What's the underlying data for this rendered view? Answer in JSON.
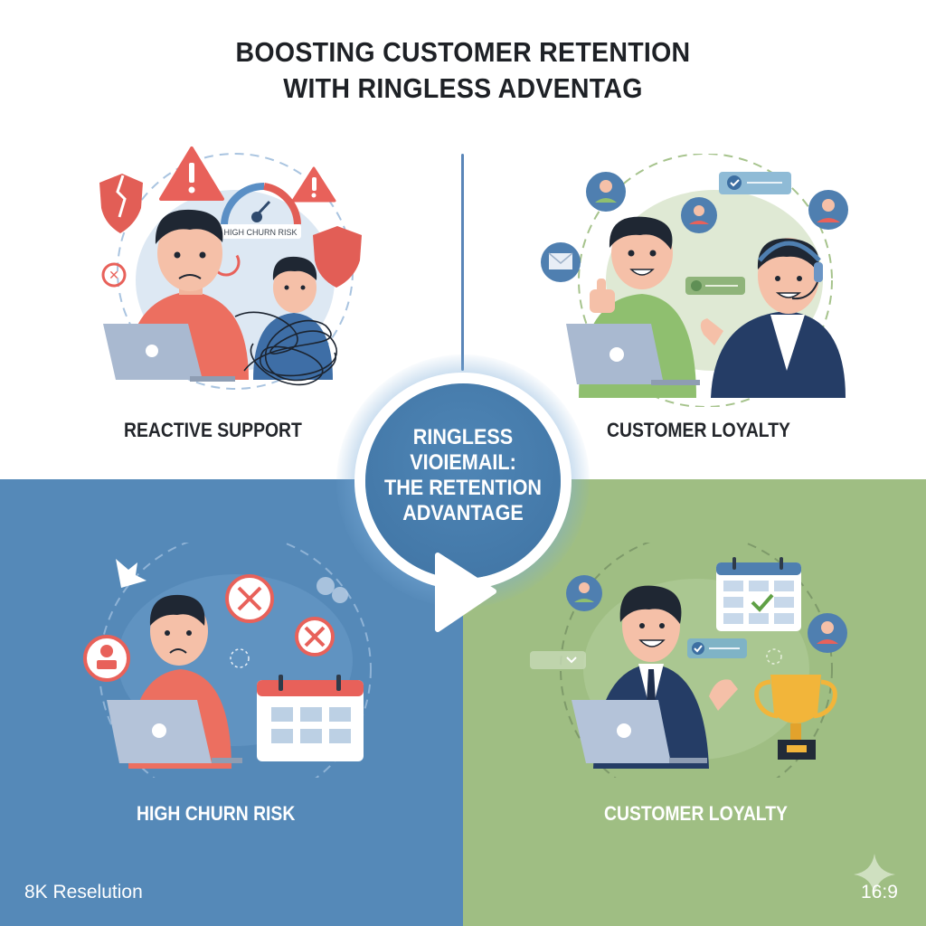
{
  "header": {
    "title_line1": "BOOSTING CUSTOMER RETENTION",
    "title_line2": "WITH RINGLESS ADVENTAG"
  },
  "center": {
    "lines": [
      "RINGLESS",
      "VIOIEMAIL:",
      "THE RETENTION",
      "ADVANTAGE"
    ]
  },
  "quadrants": {
    "top_left": {
      "label": "REACTIVE SUPPORT",
      "gauge_label": "HIGH CHURN RISK",
      "icons": [
        "broken-shield-icon",
        "warning-icon",
        "warning-icon",
        "shield-icon",
        "gauge-icon",
        "no-callback-icon",
        "tangled-cable-icon",
        "laptop-icon"
      ]
    },
    "top_right": {
      "label": "CUSTOMER LOYALTY",
      "icons": [
        "avatar-bubble-icon",
        "email-bubble-icon",
        "check-message-icon",
        "voicemail-message-icon",
        "headset-icon",
        "laptop-icon",
        "thumbs-up-icon"
      ]
    },
    "bottom_left": {
      "label": "HIGH CHURN RISK",
      "icons": [
        "leaf-icon",
        "user-bubble-icon",
        "x-bubble-icon",
        "x-bubble-icon",
        "calendar-icon",
        "laptop-icon"
      ]
    },
    "bottom_right": {
      "label": "CUSTOMER LOYALTY",
      "icons": [
        "avatar-bubble-icon",
        "calendar-check-icon",
        "check-message-icon",
        "trophy-icon",
        "laptop-icon"
      ]
    }
  },
  "footer": {
    "left_text": "8K Reselution",
    "right_text": "16:9"
  },
  "colors": {
    "blue_panel": "#5589b8",
    "green_panel": "#9fbe83",
    "center_disc": "#4a7fb0",
    "alert_red": "#e8615a",
    "title_dark": "#1e2126"
  }
}
